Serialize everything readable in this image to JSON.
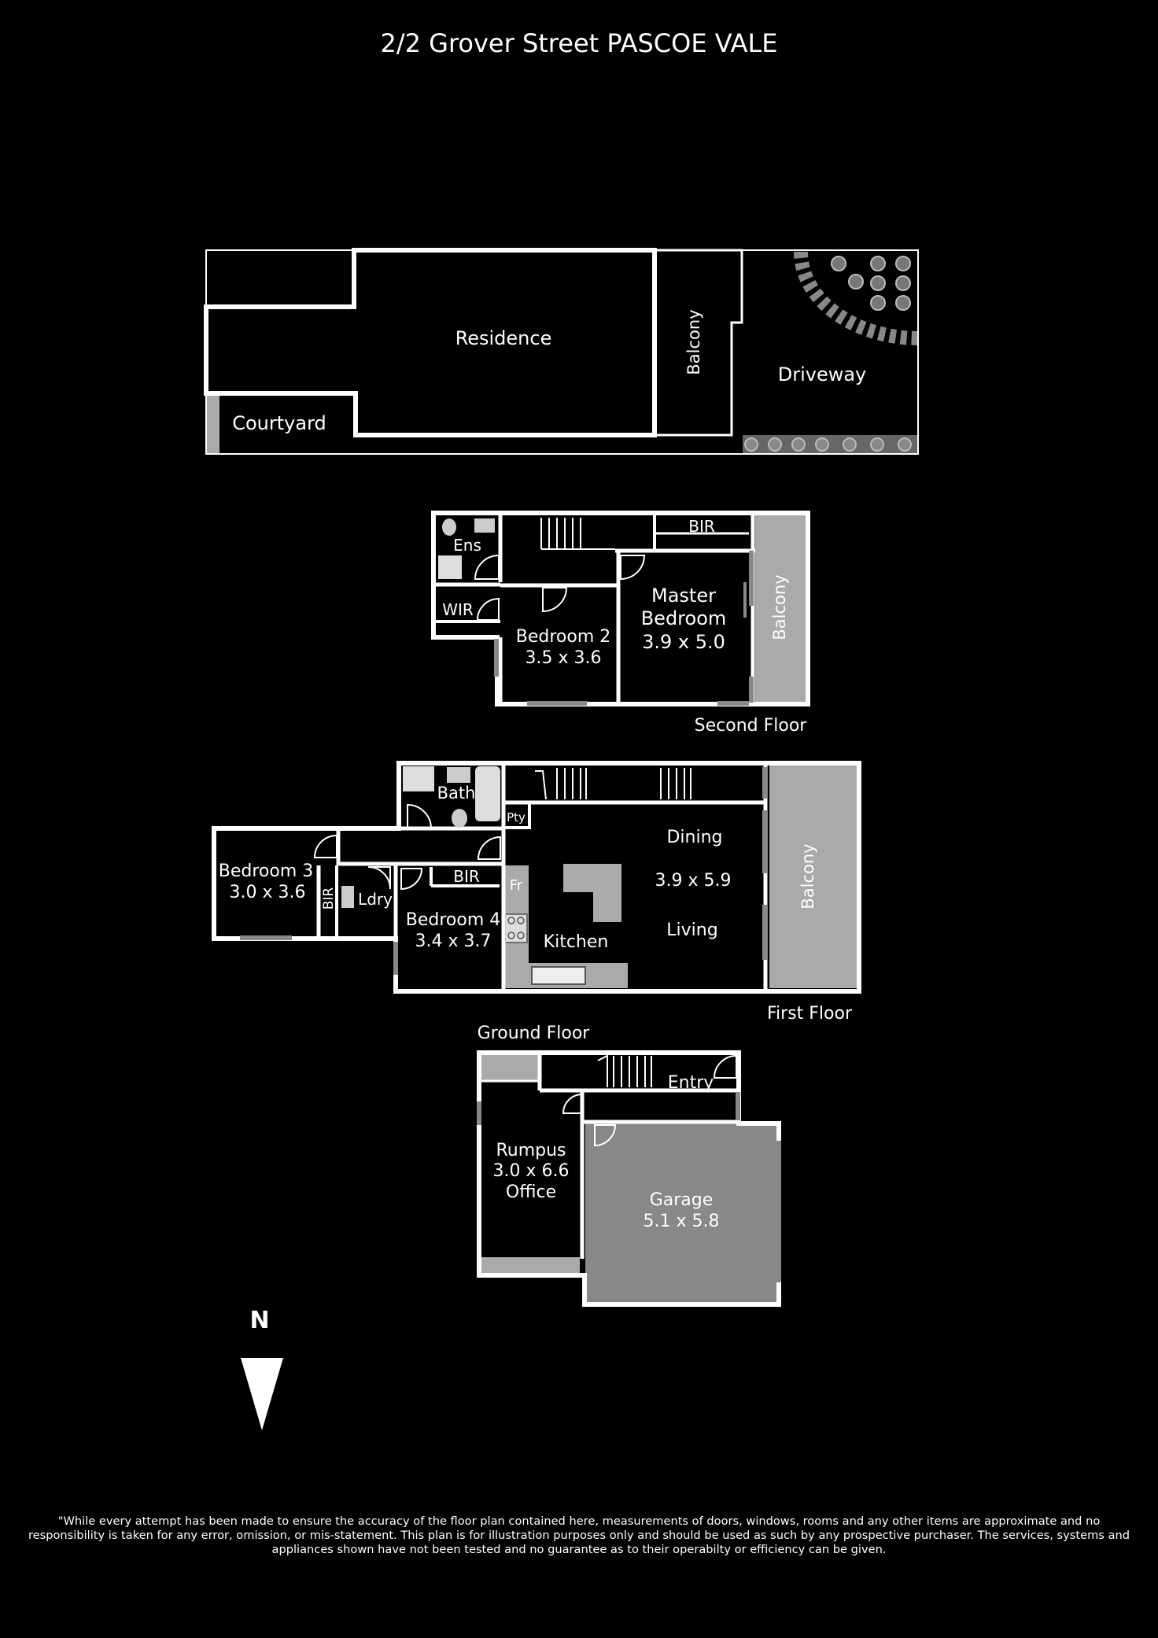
{
  "title": "2/2 Grover Street PASCOE VALE",
  "site": {
    "residence": "Residence",
    "courtyard": "Courtyard",
    "balcony": "Balcony",
    "driveway": "Driveway"
  },
  "second_floor": {
    "label": "Second Floor",
    "ens": "Ens",
    "bir": "BIR",
    "wir": "WIR",
    "master_name_1": "Master",
    "master_name_2": "Bedroom",
    "master_size": "3.9 x 5.0",
    "bed2_name": "Bedroom 2",
    "bed2_size": "3.5 x 3.6",
    "balcony": "Balcony"
  },
  "first_floor": {
    "label": "First Floor",
    "bath": "Bath",
    "pty": "Pty",
    "dining": "Dining",
    "living_size": "3.9 x 5.9",
    "living": "Living",
    "kitchen": "Kitchen",
    "fr": "Fr",
    "bir": "BIR",
    "bed3_name": "Bedroom 3",
    "bed3_size": "3.0 x 3.6",
    "bir_vertical": "BIR",
    "ldry": "Ldry",
    "bed4_name": "Bedroom 4",
    "bed4_size": "3.4 x 3.7",
    "balcony": "Balcony"
  },
  "ground_floor": {
    "label": "Ground Floor",
    "entry": "Entry",
    "rumpus_1": "Rumpus",
    "rumpus_size": "3.0 x 6.6",
    "rumpus_2": "Office",
    "garage": "Garage",
    "garage_size": "5.1 x 5.8"
  },
  "compass": "N",
  "disclaimer": "\"While every attempt has been made to ensure the accuracy of the floor plan contained here, measurements of doors, windows, rooms and any other items are approximate and no responsibility is taken for any error, omission, or mis-statement. This plan is for illustration purposes only and should be used as such by any prospective purchaser. The services, systems and appliances shown have not been tested and no guarantee as to their operabilty or efficiency can be given."
}
